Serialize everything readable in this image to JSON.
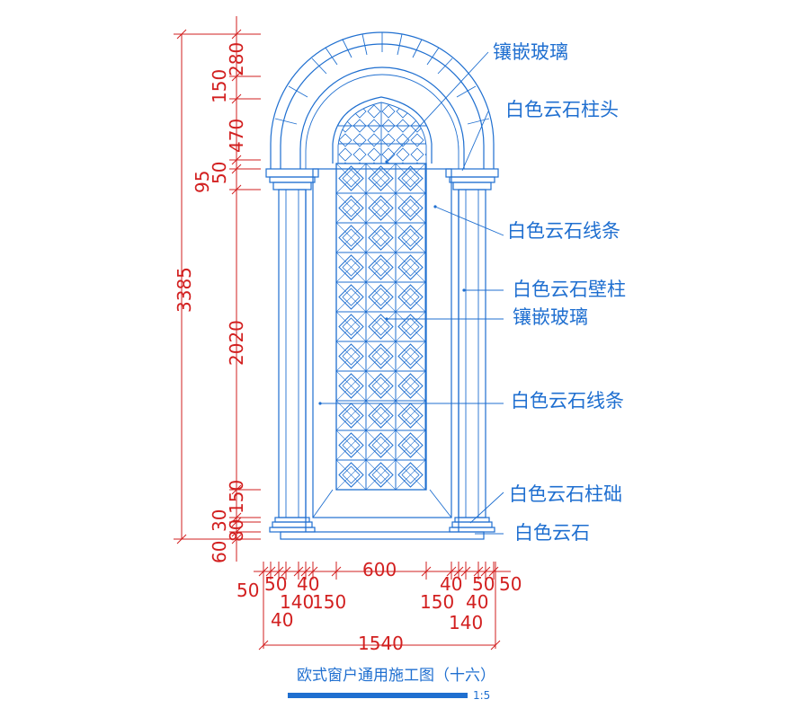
{
  "labels": {
    "inlaid_glass_top": "镶嵌玻璃",
    "capital": "白色云石柱头",
    "trim_top": "白色云石线条",
    "pilaster": "白色云石壁柱",
    "inlaid_glass_mid": "镶嵌玻璃",
    "trim_bottom": "白色云石线条",
    "column_base": "白色云石柱础",
    "stone_base": "白色云石"
  },
  "vertical_dims": {
    "d280": "280",
    "d150_top": "150",
    "d470": "470",
    "d50": "50",
    "d95": "95",
    "d3385": "3385",
    "d2020": "2020",
    "d150_bottom": "150",
    "d30": "30",
    "d80": "80",
    "d60": "60"
  },
  "horizontal_dims": {
    "l50a": "50",
    "l50b": "50",
    "l40a": "40",
    "l140": "140",
    "l150": "150",
    "l40b": "40",
    "w600": "600",
    "r40a": "40",
    "r50a": "50",
    "r50b": "50",
    "r150": "150",
    "r40b": "40",
    "r140": "140",
    "total": "1540"
  },
  "title": "欧式窗户通用施工图（十六）",
  "scale": "1:5"
}
